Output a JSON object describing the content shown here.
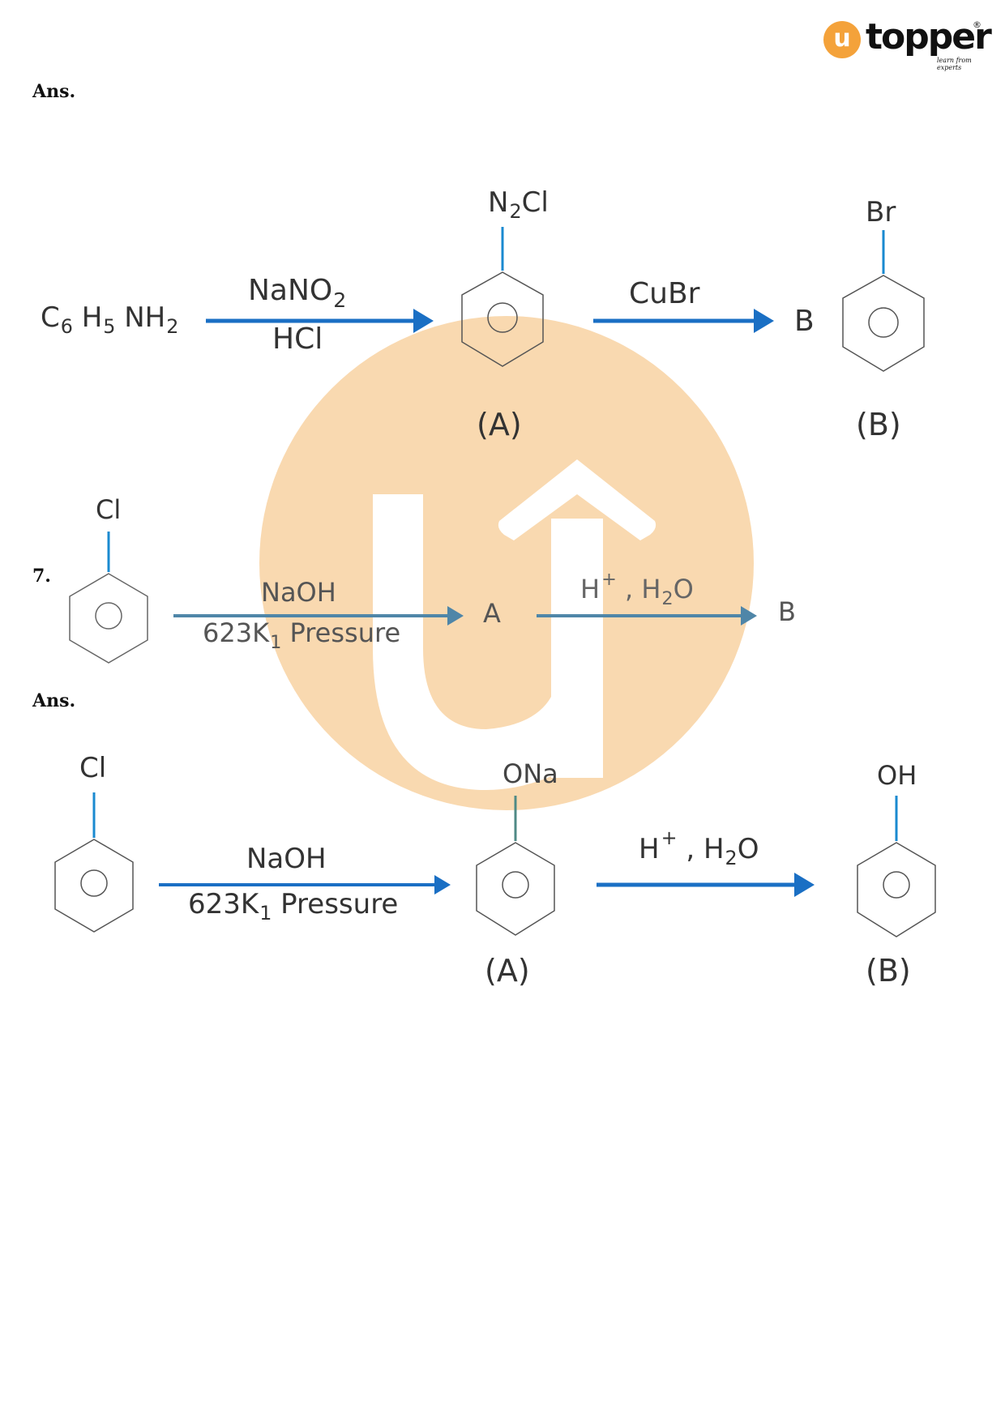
{
  "brand": {
    "name": "topper",
    "logo_letter": "u",
    "tagline": "learn from experts",
    "registered_mark": "®",
    "accent_color": "#f4a23a",
    "watermark_color": "#f9d9b0"
  },
  "section1": {
    "ans_label": "Ans.",
    "reactant": {
      "c": "C",
      "c_sub": "6",
      "h": "H",
      "h_sub": "5",
      "nh": "NH",
      "nh_sub": "2"
    },
    "step1": {
      "reagent_top": "NaNO",
      "reagent_top_sub": "2",
      "reagent_bottom": "HCl"
    },
    "product_a": {
      "substituent": "N",
      "substituent_sub": "2",
      "substituent_tail": "Cl",
      "label": "(A)"
    },
    "step2": {
      "reagent_top": "CuBr"
    },
    "product_b": {
      "prefix": "B",
      "substituent": "Br",
      "label": "(B)"
    }
  },
  "question7": {
    "number": "7.",
    "reactant_substituent": "Cl",
    "step1": {
      "reagent_top": "NaOH",
      "reagent_bottom": "623K",
      "reagent_bottom_sub": "1",
      "reagent_bottom_tail": "Pressure"
    },
    "intermediate": "A",
    "step2": {
      "h": "H",
      "h_sup": "+",
      "sep": ",",
      "water": "H",
      "water_sub": "2",
      "water_tail": "O"
    },
    "product": "B"
  },
  "section2": {
    "ans_label": "Ans.",
    "reactant_substituent": "Cl",
    "step1": {
      "reagent_top": "NaOH",
      "reagent_bottom": "623K",
      "reagent_bottom_sub": "1",
      "reagent_bottom_tail": "Pressure"
    },
    "product_a": {
      "substituent": "ONa",
      "label": "(A)"
    },
    "step2": {
      "h": "H",
      "h_sup": "+",
      "sep": ",",
      "water": "H",
      "water_sub": "2",
      "water_tail": "O"
    },
    "product_b": {
      "substituent": "OH",
      "label": "(B)"
    }
  }
}
